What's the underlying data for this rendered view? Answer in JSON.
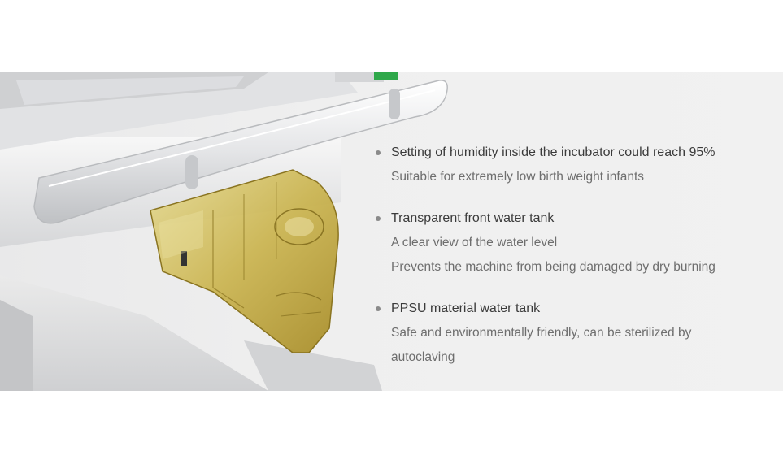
{
  "colors": {
    "band": "#efefef",
    "title_text": "#3b3b3b",
    "body_text": "#6e6e6e",
    "bullet": "#8a8a8a",
    "tank_amber": "#c9b24a",
    "handle_accent": "#2fa84a"
  },
  "image": {
    "subject": "incubator-water-tank-illustration"
  },
  "features": [
    {
      "title": "Setting of humidity inside the incubator could reach 95%",
      "lines": [
        "Suitable for extremely low birth weight infants"
      ]
    },
    {
      "title": "Transparent front water tank",
      "lines": [
        "A clear view of the water level",
        "Prevents the machine from being damaged by dry burning"
      ]
    },
    {
      "title": "PPSU material water tank",
      "lines": [
        "Safe and environmentally friendly, can be sterilized by",
        "autoclaving"
      ]
    }
  ]
}
